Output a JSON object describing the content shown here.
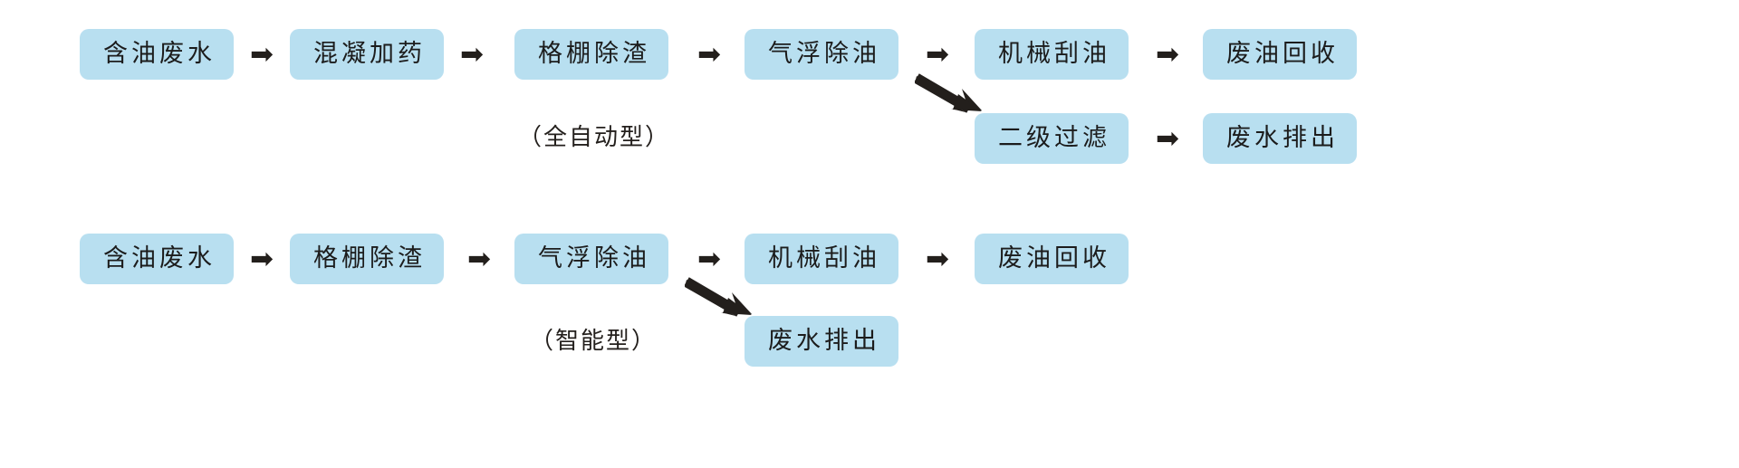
{
  "figure": {
    "background_color": "#ffffff",
    "node_fill": "#b8dff0",
    "text_color": "#1c1c1c",
    "arrow_color": "#231f1c"
  },
  "rows": [
    {
      "id": "full-auto-line",
      "caption": "（全自动型）",
      "nodes": [
        {
          "id": "r1-n1",
          "label": "含油废水"
        },
        {
          "id": "r1-n2",
          "label": "混凝加药"
        },
        {
          "id": "r1-n3",
          "label": "格棚除渣"
        },
        {
          "id": "r1-n4",
          "label": "气浮除油"
        },
        {
          "id": "r1-n5",
          "label": "机械刮油"
        },
        {
          "id": "r1-n6",
          "label": "废油回收"
        },
        {
          "id": "r1-n7",
          "label": "二级过滤"
        },
        {
          "id": "r1-n8",
          "label": "废水排出"
        }
      ],
      "arrows": [
        {
          "id": "r1-a1",
          "glyph": "➡",
          "kind": "straight"
        },
        {
          "id": "r1-a2",
          "glyph": "➡",
          "kind": "straight"
        },
        {
          "id": "r1-a3",
          "glyph": "➡",
          "kind": "straight"
        },
        {
          "id": "r1-a4",
          "glyph": "➡",
          "kind": "straight"
        },
        {
          "id": "r1-a5",
          "glyph": "➡",
          "kind": "straight"
        },
        {
          "id": "r1-a6",
          "glyph": "➡",
          "kind": "straight"
        },
        {
          "id": "r1-a7",
          "glyph": "↘",
          "kind": "diagonal"
        }
      ]
    },
    {
      "id": "smart-line",
      "caption": "（智能型）",
      "nodes": [
        {
          "id": "r2-n1",
          "label": "含油废水"
        },
        {
          "id": "r2-n2",
          "label": "格棚除渣"
        },
        {
          "id": "r2-n3",
          "label": "气浮除油"
        },
        {
          "id": "r2-n4",
          "label": "机械刮油"
        },
        {
          "id": "r2-n5",
          "label": "废油回收"
        },
        {
          "id": "r2-n6",
          "label": "废水排出"
        }
      ],
      "arrows": [
        {
          "id": "r2-a1",
          "glyph": "➡",
          "kind": "straight"
        },
        {
          "id": "r2-a2",
          "glyph": "➡",
          "kind": "straight"
        },
        {
          "id": "r2-a3",
          "glyph": "➡",
          "kind": "straight"
        },
        {
          "id": "r2-a4",
          "glyph": "➡",
          "kind": "straight"
        },
        {
          "id": "r2-a5",
          "glyph": "↘",
          "kind": "diagonal"
        }
      ]
    }
  ]
}
